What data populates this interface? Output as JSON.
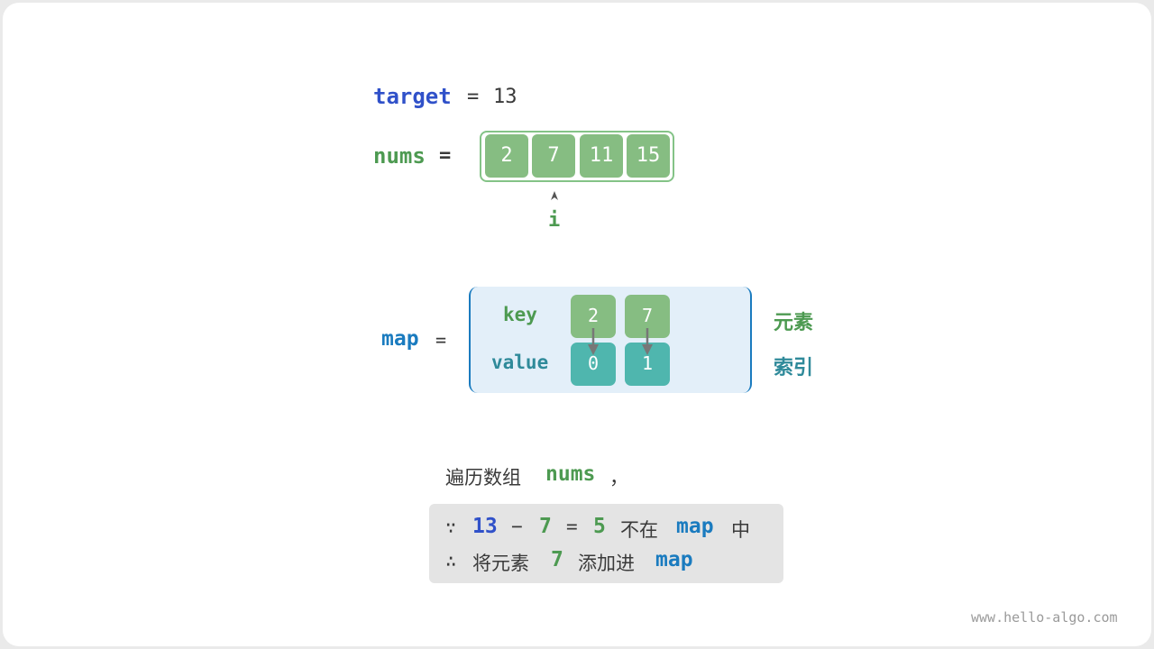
{
  "target_label": "target",
  "target_eq": "=",
  "target_value": "13",
  "nums_label": "nums",
  "nums_eq": "=",
  "nums": [
    "2",
    "7",
    "11",
    "15"
  ],
  "pointer_label": "i",
  "map_label": "map",
  "map_eq": "=",
  "key_label": "key",
  "value_label": "value",
  "keys": [
    "2",
    "7"
  ],
  "values": [
    "0",
    "1"
  ],
  "legend_element": "元素",
  "legend_index": "索引",
  "step_text": "遍历数组",
  "step_nums": "nums",
  "step_comma": "，",
  "line1": {
    "because": "∵",
    "a": "13",
    "minus": "−",
    "b": "7",
    "eq": "=",
    "c": "5",
    "text": "不在",
    "map": "map",
    "tail": "中"
  },
  "line2": {
    "therefore": "∴",
    "text1": "将元素",
    "b": "7",
    "text2": "添加进",
    "map": "map"
  },
  "watermark": "www.hello-algo.com",
  "colors": {
    "blue": "#3051c9",
    "green": "#4d9a51",
    "teal": "#2f8a9a",
    "map_blue": "#1a7bbf",
    "cell_green": "#86bd82",
    "cell_teal": "#4fb6ae"
  }
}
